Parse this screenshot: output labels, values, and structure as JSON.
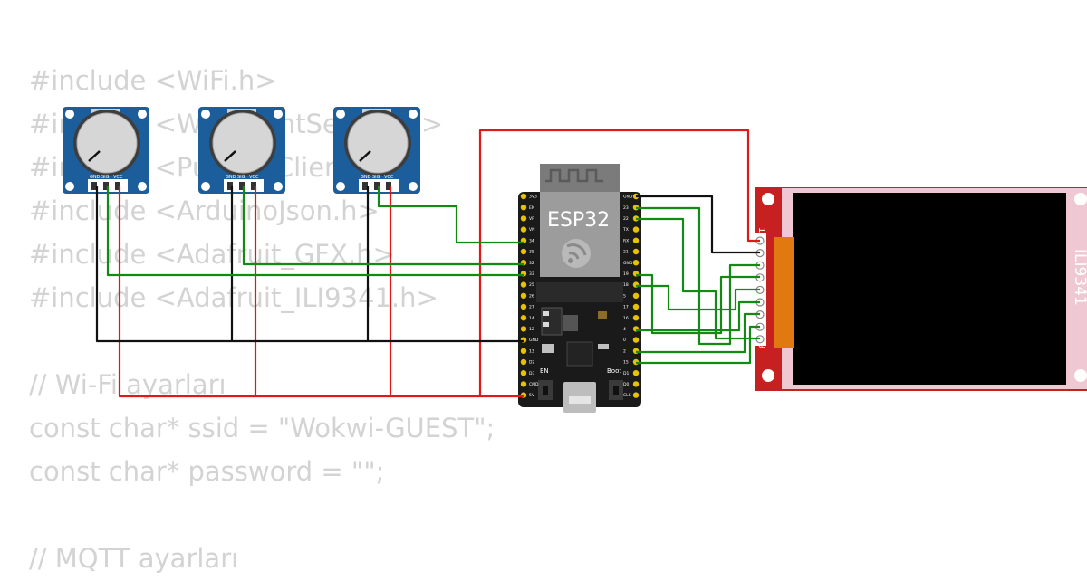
{
  "code_lines": [
    "#include <WiFi.h>",
    "#include <WiFiClientSecure.h>",
    "#include <PubSubClient.h>",
    "#include <ArduinoJson.h>",
    "#include <Adafruit_GFX.h>",
    "#include <Adafruit_ILI9341.h>",
    "",
    "// Wi-Fi ayarları",
    "const char* ssid = \"Wokwi-GUEST\";",
    "const char* password = \"\";",
    "",
    "// MQTT ayarları"
  ],
  "potentiometer": {
    "pin_labels": [
      "GND",
      "SIG",
      "VCC"
    ]
  },
  "esp32": {
    "chip_label": "ESP32",
    "button_labels": [
      "EN",
      "Boot"
    ],
    "left_pins": [
      "3V3",
      "EN",
      "VP",
      "VN",
      "34",
      "35",
      "32",
      "33",
      "25",
      "26",
      "27",
      "14",
      "12",
      "GND",
      "13",
      "D2",
      "D3",
      "CMD",
      "5V"
    ],
    "right_pins": [
      "GND",
      "23",
      "22",
      "TX",
      "RX",
      "21",
      "GND",
      "19",
      "18",
      "5",
      "17",
      "16",
      "4",
      "0",
      "2",
      "15",
      "D1",
      "D0",
      "CLK"
    ]
  },
  "display": {
    "model_label": "ILI9341",
    "pin_first": "1",
    "pin_last": "9"
  },
  "colors": {
    "wire_red": "#e01818",
    "wire_green": "#138a13",
    "wire_black": "#111111",
    "pot_board": "#1c5e9c",
    "esp32_board": "#1a1a1a",
    "display_board": "#c62020",
    "display_screen": "#000000"
  }
}
